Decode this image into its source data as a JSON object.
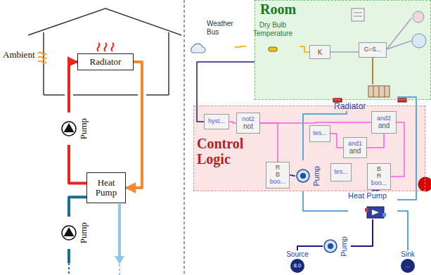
{
  "diagram": {
    "nodes": [
      {
        "text": [
          "Radiator"
        ]
      },
      {
        "text": [
          "Pump"
        ]
      },
      {
        "text": [
          "Heat Pump"
        ]
      },
      {
        "text": [
          "Pump"
        ]
      },
      {
        "text": [
          "Room"
        ]
      },
      {
        "text": [
          "Weather Bus"
        ]
      },
      {
        "text": [
          "Dry Bulb Temperature"
        ]
      },
      {
        "text": [
          "K"
        ],
        "in": 4
      },
      {
        "text": [
          "G=5..."
        ],
        "in": 4
      },
      {
        "text": [
          "Radiator"
        ]
      },
      {
        "text": [
          "Control Logic"
        ]
      },
      {
        "text": [
          "hyst..."
        ],
        "in": 10
      },
      {
        "text": [
          "not2",
          "not"
        ],
        "in": 10
      },
      {
        "text": [
          "and2",
          "and"
        ],
        "in": 10
      },
      {
        "text": [
          "tes..."
        ],
        "in": 10
      },
      {
        "text": [
          "and1",
          "and"
        ],
        "in": 10
      },
      {
        "text": [
          "R",
          "B",
          "boo..."
        ],
        "in": 10
      },
      {
        "text": [
          "tes..."
        ],
        "in": 10
      },
      {
        "text": [
          "B",
          "R",
          "boo..."
        ],
        "in": 10
      },
      {
        "text": [
          "Pump"
        ],
        "in": 10
      },
      {
        "text": [
          "Heat Pump"
        ]
      },
      {
        "text": [
          "Pump"
        ]
      },
      {
        "text": [
          "Source",
          "8.0"
        ]
      },
      {
        "text": [
          "Sink",
          "..."
        ]
      }
    ],
    "edges": [
      {
        "from": 2,
        "to": 1,
        "arrow": "none"
      },
      {
        "from": 1,
        "to": 0,
        "arrow": "to"
      },
      {
        "from": 0,
        "to": 2,
        "arrow": "to"
      },
      {
        "from": 3,
        "to": 2,
        "arrow": "none"
      },
      {
        "from": 5,
        "to": 6,
        "arrow": "none"
      },
      {
        "from": 6,
        "to": 7,
        "arrow": "none"
      },
      {
        "from": 4,
        "to": 11,
        "arrow": "none"
      },
      {
        "from": 11,
        "to": 12,
        "arrow": "none"
      },
      {
        "from": 12,
        "to": 13,
        "arrow": "none"
      },
      {
        "from": 12,
        "to": 16,
        "arrow": "none"
      },
      {
        "from": 14,
        "to": 15,
        "arrow": "none"
      },
      {
        "from": 15,
        "to": 13,
        "arrow": "none"
      },
      {
        "from": 13,
        "to": 18,
        "arrow": "none"
      },
      {
        "from": 16,
        "to": 19,
        "arrow": "none"
      },
      {
        "from": 18,
        "to": 20,
        "arrow": "none"
      },
      {
        "from": 9,
        "to": 19,
        "arrow": "none"
      },
      {
        "from": 20,
        "to": 9,
        "arrow": "none"
      },
      {
        "from": 19,
        "to": 20,
        "arrow": "none"
      },
      {
        "from": 20,
        "to": 21,
        "arrow": "none"
      },
      {
        "from": 21,
        "to": 22,
        "arrow": "none"
      },
      {
        "from": 20,
        "to": 23,
        "arrow": "none"
      }
    ],
    "labels": [
      "Ambient"
    ]
  }
}
